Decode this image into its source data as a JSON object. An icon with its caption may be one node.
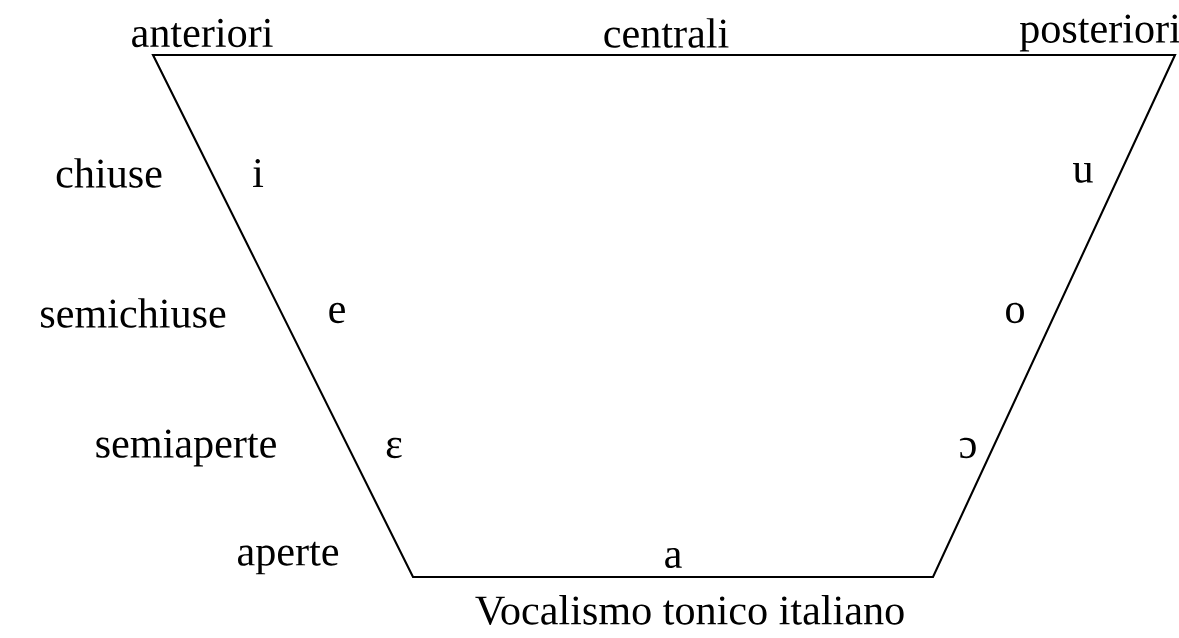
{
  "diagram": {
    "caption": "Vocalismo tonico italiano",
    "labels": [
      "anteriori",
      "centrali",
      "posteriori",
      "chiuse",
      "i",
      "u",
      "semichiuse",
      "e",
      "o",
      "semiaperte",
      "ɛ",
      "ɔ",
      "aperte",
      "a"
    ]
  }
}
